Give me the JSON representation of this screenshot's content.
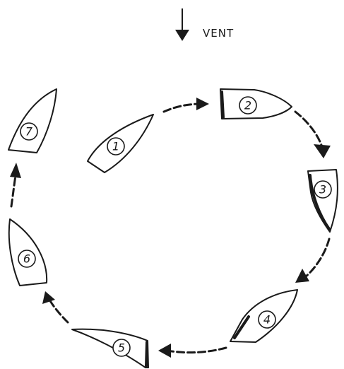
{
  "wind": {
    "label": "VENT"
  },
  "boats": [
    {
      "number": "1"
    },
    {
      "number": "2"
    },
    {
      "number": "3"
    },
    {
      "number": "4"
    },
    {
      "number": "5"
    },
    {
      "number": "6"
    },
    {
      "number": "7"
    }
  ]
}
